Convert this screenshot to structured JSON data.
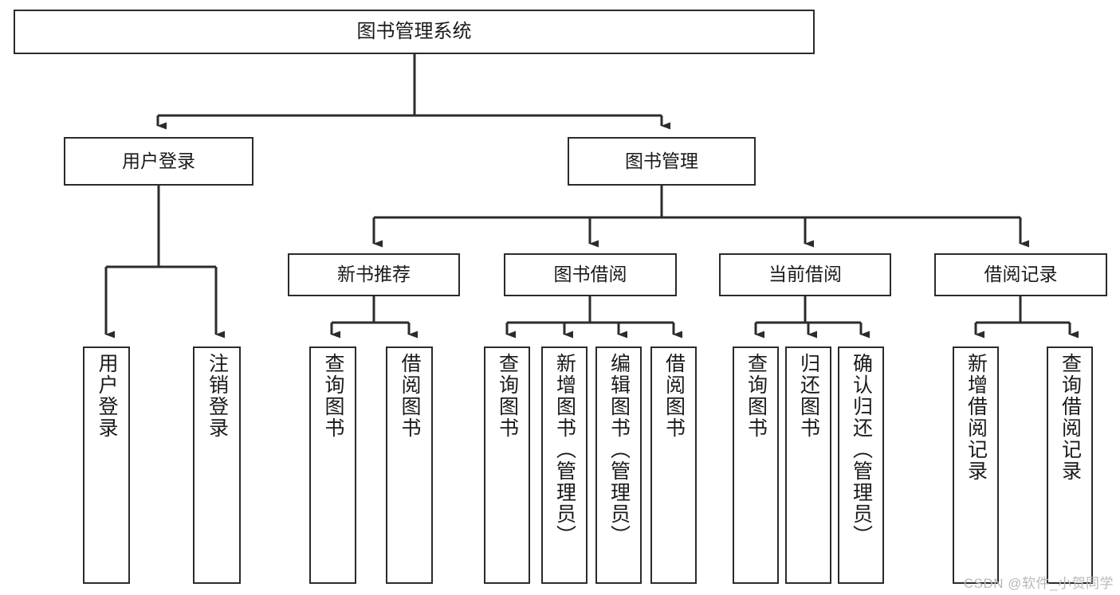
{
  "diagram": {
    "title": "图书管理系统",
    "watermark": "CSDN @软件_小贺同学",
    "colors": {
      "stroke": "#2b2b2b",
      "fill": "#ffffff",
      "text": "#1a1a1a",
      "watermark": "#b9b9b9"
    },
    "nodes": {
      "root": {
        "label": "图书管理系统"
      },
      "level1": [
        {
          "label": "用户登录"
        },
        {
          "label": "图书管理"
        }
      ],
      "level2": [
        {
          "label": "新书推荐"
        },
        {
          "label": "图书借阅"
        },
        {
          "label": "当前借阅"
        },
        {
          "label": "借阅记录"
        }
      ],
      "leaves_user_login": [
        {
          "label": "用户登录"
        },
        {
          "label": "注销登录"
        }
      ],
      "leaves_new_books": [
        {
          "label": "查询图书"
        },
        {
          "label": "借阅图书"
        }
      ],
      "leaves_borrow": [
        {
          "label": "查询图书"
        },
        {
          "label": "新增图书（管理员）"
        },
        {
          "label": "编辑图书（管理员）"
        },
        {
          "label": "借阅图书"
        }
      ],
      "leaves_current": [
        {
          "label": "查询图书"
        },
        {
          "label": "归还图书"
        },
        {
          "label": "确认归还（管理员）"
        }
      ],
      "leaves_records": [
        {
          "label": "新增借阅记录"
        },
        {
          "label": "查询借阅记录"
        }
      ]
    }
  }
}
